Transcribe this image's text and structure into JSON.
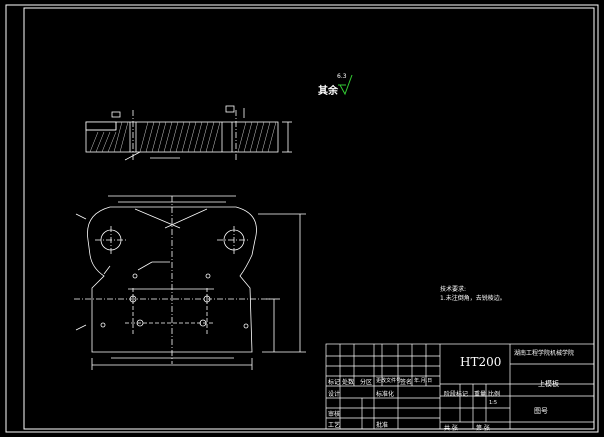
{
  "drawing": {
    "surface_note_label": "其余",
    "surface_note_value": "6.3",
    "tech_req_title": "技术要求:",
    "tech_req_line": "1.未注倒角，去锐棱边。",
    "material": "HT200",
    "company": "湖南工程学院机械学院",
    "part_name": "上模板",
    "scale": "1:5",
    "title_block": {
      "designer_label": "设计",
      "process_label": "工艺",
      "review_label": "审核",
      "approve_label": "批准",
      "mark_label": "标记",
      "count_label": "处数",
      "zone_label": "分区",
      "change_label": "更改文件号",
      "sign_label": "签名",
      "date_label": "年.月.日",
      "stage_label": "阶段标记",
      "weight_label": "重量",
      "ratio_label": "比例",
      "sheet_total": "共 张",
      "sheet_no": "第 张",
      "std_label": "标准化",
      "drawing_no": "图号"
    }
  },
  "colors": {
    "background": "#000000",
    "line": "#ffffff",
    "dim": "#ffffff",
    "accent_green": "#33cc33",
    "border": "#ffffff"
  }
}
